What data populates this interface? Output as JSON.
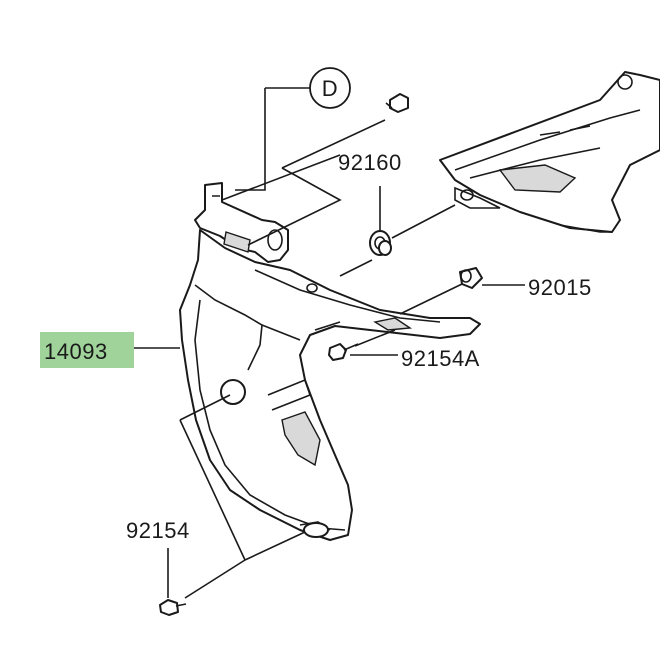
{
  "callout": {
    "ref_letter": "D"
  },
  "parts": [
    {
      "id": "main_cover",
      "number": "14093",
      "highlighted": true
    },
    {
      "id": "grommet",
      "number": "92160",
      "highlighted": false
    },
    {
      "id": "collar",
      "number": "92015",
      "highlighted": false
    },
    {
      "id": "bolt_a",
      "number": "92154A",
      "highlighted": false
    },
    {
      "id": "bolt",
      "number": "92154",
      "highlighted": false
    }
  ],
  "colors": {
    "highlight": "#9fd39a",
    "line": "#1a1a1a"
  }
}
